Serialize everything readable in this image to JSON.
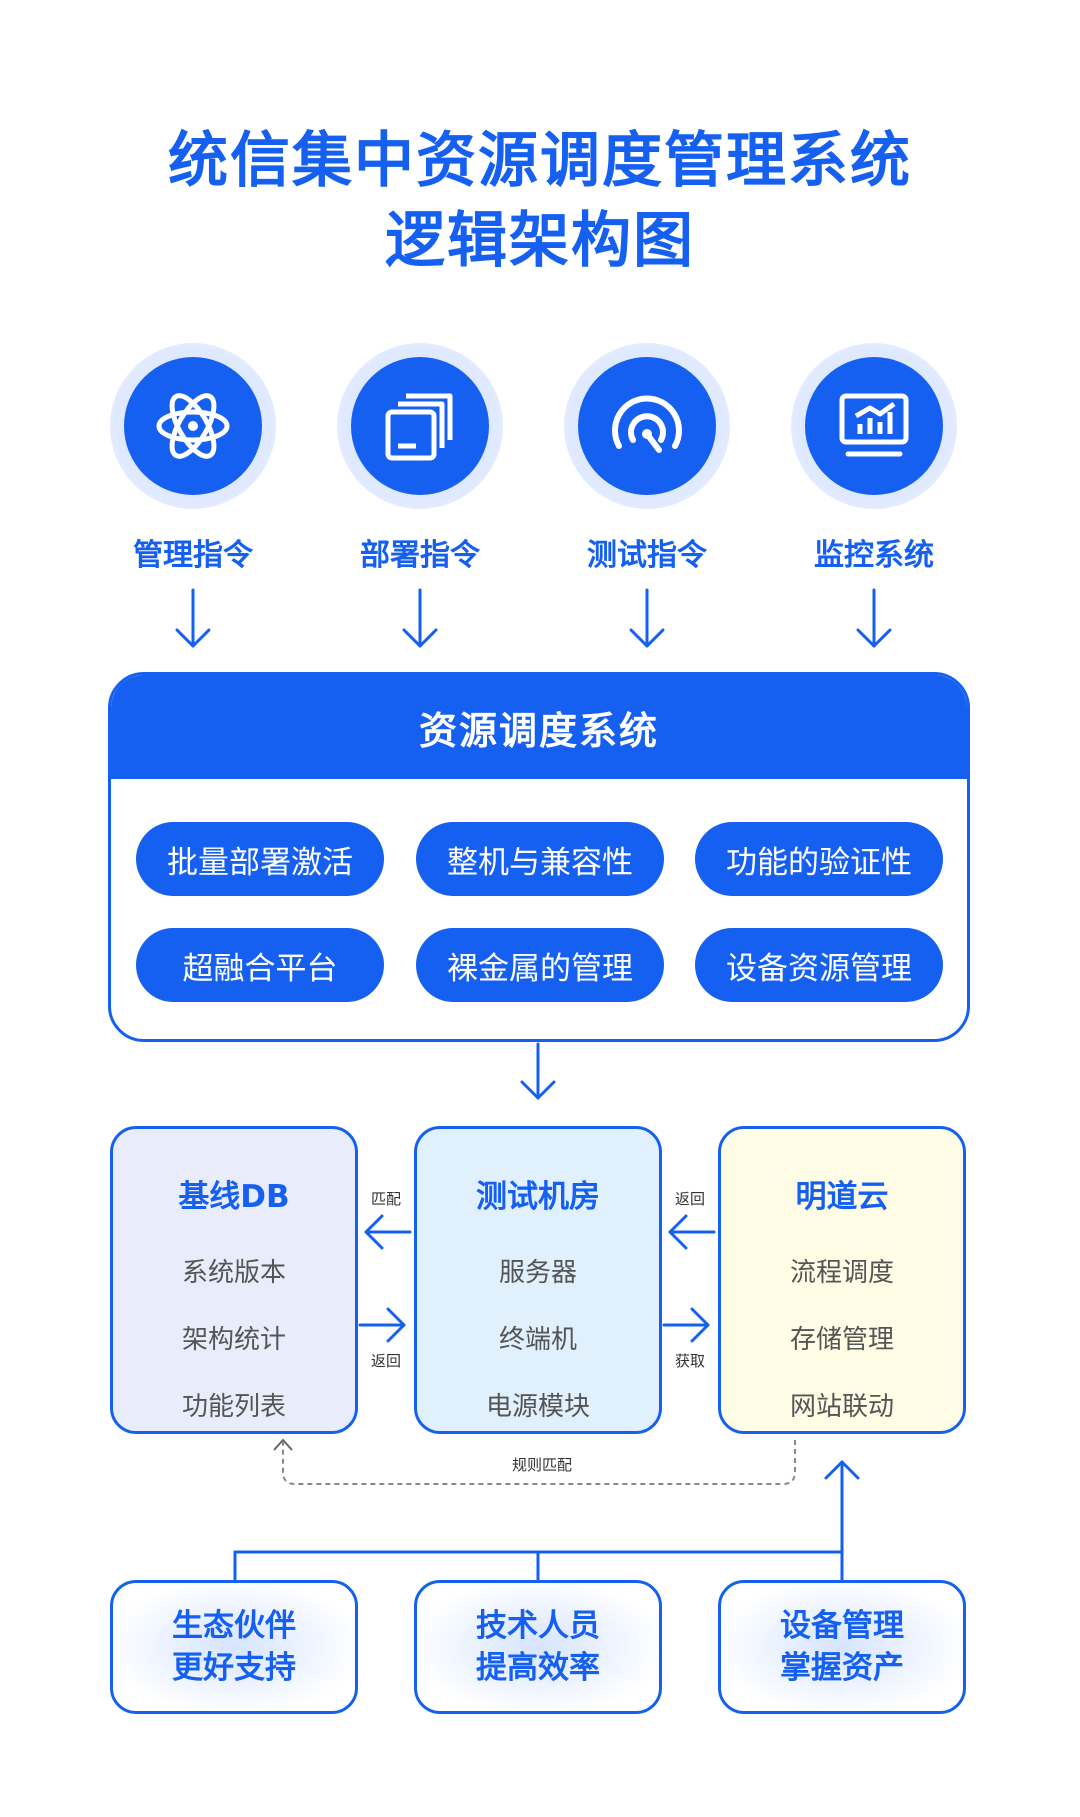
{
  "title": {
    "line1": "统信集中资源调度管理系统",
    "line2": "逻辑架构图"
  },
  "inputs": [
    {
      "label": "管理指令",
      "icon": "atom-icon"
    },
    {
      "label": "部署指令",
      "icon": "stacked-layers-icon"
    },
    {
      "label": "测试指令",
      "icon": "speedometer-icon"
    },
    {
      "label": "监控系统",
      "icon": "monitor-chart-icon"
    }
  ],
  "resource_system": {
    "title": "资源调度系统",
    "features": [
      "批量部署激活",
      "整机与兼容性",
      "功能的验证性",
      "超融合平台",
      "裸金属的管理",
      "设备资源管理"
    ]
  },
  "baseline": {
    "title": "基线DB",
    "items": [
      "系统版本",
      "架构统计",
      "功能列表"
    ]
  },
  "test_room": {
    "title": "测试机房",
    "items": [
      "服务器",
      "终端机",
      "电源模块"
    ]
  },
  "mingdao": {
    "title": "明道云",
    "items": [
      "流程调度",
      "存储管理",
      "网站联动"
    ]
  },
  "edge_labels": {
    "match": "匹配",
    "return_left": "返回",
    "return_right": "返回",
    "fetch": "获取",
    "rule_match": "规则匹配"
  },
  "benefits": [
    {
      "line1": "生态伙伴",
      "line2": "更好支持"
    },
    {
      "line1": "技术人员",
      "line2": "提高效率"
    },
    {
      "line1": "设备管理",
      "line2": "掌握资产"
    }
  ],
  "colors": {
    "primary": "#1560f0",
    "baseline_bg": "#e9edfb",
    "test_room_bg": "#e1f0fd",
    "mingdao_bg": "#fffde6"
  }
}
